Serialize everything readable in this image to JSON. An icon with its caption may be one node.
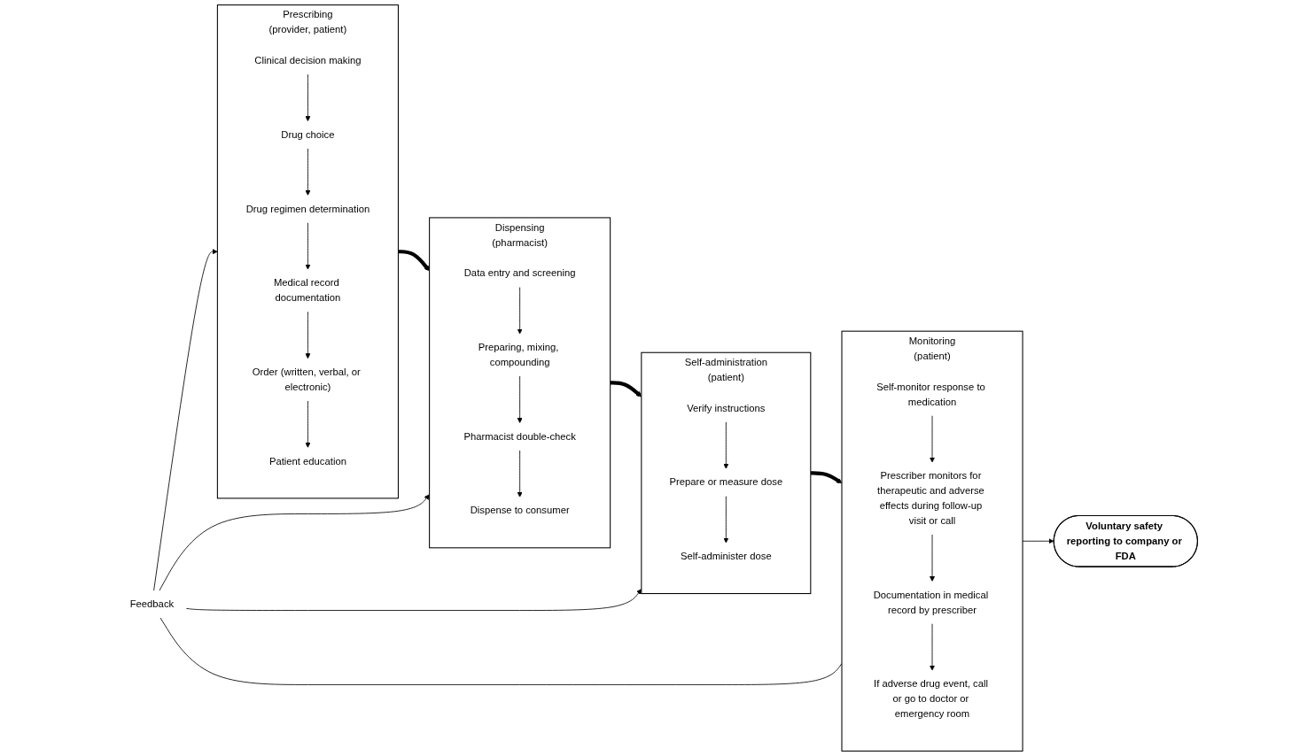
{
  "diagram": {
    "nodes": [
      {
        "text": [
          "Feedback"
        ]
      },
      {
        "text": [
          "Prescribing",
          "(provider, patient)"
        ]
      },
      {
        "text": [
          "Clinical decision making"
        ],
        "in": 1
      },
      {
        "text": [
          "Drug choice"
        ],
        "in": 1
      },
      {
        "text": [
          "Drug regimen determination"
        ],
        "in": 1
      },
      {
        "text": [
          "Medical record documentation"
        ],
        "in": 1
      },
      {
        "text": [
          "Order (written, verbal, or electronic)"
        ],
        "in": 1
      },
      {
        "text": [
          "Patient education"
        ],
        "in": 1
      },
      {
        "text": [
          "Dispensing",
          "(pharmacist)"
        ]
      },
      {
        "text": [
          "Data entry and screening"
        ],
        "in": 8
      },
      {
        "text": [
          "Preparing, mixing, compounding"
        ],
        "in": 8
      },
      {
        "text": [
          "Pharmacist double-check"
        ],
        "in": 8
      },
      {
        "text": [
          "Dispense to consumer"
        ],
        "in": 8
      },
      {
        "text": [
          "Self-administration",
          "(patient)"
        ]
      },
      {
        "text": [
          "Verify instructions"
        ],
        "in": 13
      },
      {
        "text": [
          "Prepare or measure dose"
        ],
        "in": 13
      },
      {
        "text": [
          "Self-administer dose"
        ],
        "in": 13
      },
      {
        "text": [
          "Monitoring",
          "(patient)"
        ]
      },
      {
        "text": [
          "Self-monitor response to medication"
        ],
        "in": 17
      },
      {
        "text": [
          "Prescriber monitors for therapeutic and adverse effects during follow-up visit or call"
        ],
        "in": 17
      },
      {
        "text": [
          "Documentation in medical record by prescriber"
        ],
        "in": 17
      },
      {
        "text": [
          "If adverse drug event, call or go to doctor or emergency room"
        ],
        "in": 17
      },
      {
        "text": [
          "Voluntary safety reporting to company or FDA"
        ]
      }
    ],
    "edges": [
      {
        "from": 2,
        "to": 3,
        "arrow": "to"
      },
      {
        "from": 3,
        "to": 4,
        "arrow": "to"
      },
      {
        "from": 4,
        "to": 5,
        "arrow": "to"
      },
      {
        "from": 5,
        "to": 6,
        "arrow": "to"
      },
      {
        "from": 6,
        "to": 7,
        "arrow": "to"
      },
      {
        "from": 9,
        "to": 10,
        "arrow": "to"
      },
      {
        "from": 10,
        "to": 11,
        "arrow": "to"
      },
      {
        "from": 11,
        "to": 12,
        "arrow": "to"
      },
      {
        "from": 14,
        "to": 15,
        "arrow": "to"
      },
      {
        "from": 15,
        "to": 16,
        "arrow": "to"
      },
      {
        "from": 18,
        "to": 19,
        "arrow": "to"
      },
      {
        "from": 19,
        "to": 20,
        "arrow": "to"
      },
      {
        "from": 20,
        "to": 21,
        "arrow": "to"
      },
      {
        "from": 1,
        "to": 8,
        "arrow": "to",
        "style": "thick"
      },
      {
        "from": 8,
        "to": 13,
        "arrow": "to",
        "style": "thick"
      },
      {
        "from": 13,
        "to": 17,
        "arrow": "to",
        "style": "thick"
      },
      {
        "from": 0,
        "to": 17,
        "arrow": "none"
      },
      {
        "from": 0,
        "to": 1,
        "arrow": "to"
      },
      {
        "from": 0,
        "to": 8,
        "arrow": "to"
      },
      {
        "from": 0,
        "to": 13,
        "arrow": "to"
      },
      {
        "from": 17,
        "to": 22,
        "arrow": "to"
      }
    ]
  }
}
